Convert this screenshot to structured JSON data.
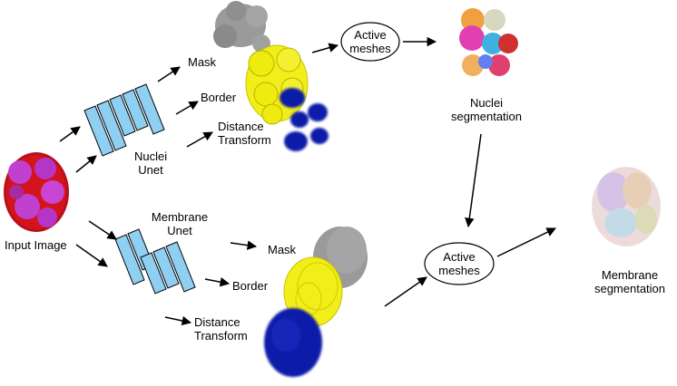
{
  "labels": {
    "input_image": "Input Image",
    "nuclei_unet_line1": "Nuclei",
    "nuclei_unet_line2": "Unet",
    "membrane_unet_line1": "Membrane",
    "membrane_unet_line2": "Unet",
    "nuclei_mask": "Mask",
    "nuclei_border": "Border",
    "nuclei_distance_line1": "Distance",
    "nuclei_distance_line2": "Transform",
    "membrane_mask": "Mask",
    "membrane_border": "Border",
    "membrane_distance_line1": "Distance",
    "membrane_distance_line2": "Transform",
    "active_meshes_top_line1": "Active",
    "active_meshes_top_line2": "meshes",
    "active_meshes_bottom_line1": "Active",
    "active_meshes_bottom_line2": "meshes",
    "nuclei_seg_line1": "Nuclei",
    "nuclei_seg_line2": "segmentation",
    "membrane_seg_line1": "Membrane",
    "membrane_seg_line2": "segmentation"
  },
  "colors": {
    "unet_fill": "#8fd0f2",
    "unet_stroke": "#000000",
    "mask_gray": "#9a9a9a",
    "border_yellow": "#f2ee1a",
    "distance_blue": "#0a1ea8",
    "input_red": "#d4141c",
    "input_magenta": "#c040d0",
    "arrow": "#000000"
  }
}
